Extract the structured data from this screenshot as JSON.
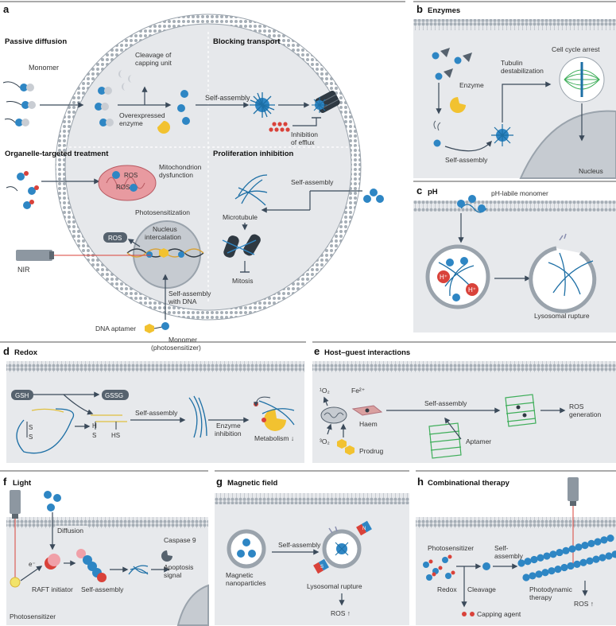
{
  "panels": {
    "a": {
      "letter": "a",
      "sections": {
        "passive": "Passive diffusion",
        "blocking": "Blocking transport",
        "organelle": "Organelle-targeted treatment",
        "prolif": "Proliferation inhibition"
      },
      "labels": {
        "monomer": "Monomer",
        "cleavage1": "Cleavage of",
        "cleavage2": "capping unit",
        "overexp1": "Overexpressed",
        "overexp2": "enzyme",
        "selfassembly": "Self-assembly",
        "inhib1": "Inhibition",
        "inhib2": "of efflux",
        "mito1": "Mitochondrion",
        "mito2": "dysfunction",
        "ros": "ROS",
        "photosens": "Photosensitization",
        "nucleus1": "Nucleus",
        "nucleus2": "intercalation",
        "nir": "NIR",
        "microtubule": "Microtubule",
        "mitosis": "Mitosis",
        "sa_dna1": "Self-assembly",
        "sa_dna2": "with DNA",
        "aptamer": "DNA aptamer",
        "monomer_ps1": "Monomer",
        "monomer_ps2": "(photosensitizer)"
      }
    },
    "b": {
      "letter": "b",
      "title": "Enzymes",
      "labels": {
        "enzyme": "Enzyme",
        "tub1": "Tubulin",
        "tub2": "destabilization",
        "cellcycle": "Cell cycle arrest",
        "sa": "Self-assembly",
        "nucleus": "Nucleus"
      }
    },
    "c": {
      "letter": "c",
      "title": "pH",
      "labels": {
        "labile": "pH-labile monomer",
        "hplus": "H⁺",
        "rupture": "Lysosomal rupture"
      }
    },
    "d": {
      "letter": "d",
      "title": "Redox",
      "labels": {
        "gsh": "GSH",
        "gssg": "GSSG",
        "s": "S",
        "h": "H",
        "hs": "HS",
        "sa": "Self-assembly",
        "enz1": "Enzyme",
        "enz2": "inhibition",
        "metab": "Metabolism ↓"
      }
    },
    "e": {
      "letter": "e",
      "title": "Host–guest interactions",
      "labels": {
        "o2a": "¹O₂",
        "fe": "Fe²⁺",
        "o2b": "³O₂",
        "haem": "Haem",
        "prodrug": "Prodrug",
        "sa": "Self-assembly",
        "aptamer": "Aptamer",
        "ros1": "ROS",
        "ros2": "generation"
      }
    },
    "f": {
      "letter": "f",
      "title": "Light",
      "labels": {
        "diffusion": "Diffusion",
        "electron": "e⁻",
        "raft": "RAFT initiator",
        "sa": "Self-assembly",
        "casp": "Caspase 9",
        "apop1": "Apoptosis",
        "apop2": "signal",
        "ps": "Photosensitizer"
      }
    },
    "g": {
      "letter": "g",
      "title": "Magnetic field",
      "labels": {
        "mag1": "Magnetic",
        "mag2": "nanoparticles",
        "sa": "Self-assembly",
        "rupture": "Lysosomal rupture",
        "ros": "ROS ↑",
        "n": "N",
        "s": "S"
      }
    },
    "h": {
      "letter": "h",
      "title": "Combinational therapy",
      "labels": {
        "ps": "Photosensitizer",
        "sa1": "Self-",
        "sa2": "assembly",
        "redox": "Redox",
        "cleavage": "Cleavage",
        "pdt1": "Photodynamic",
        "pdt2": "therapy",
        "ros": "ROS ↑",
        "capping": "Capping agent"
      }
    }
  },
  "colors": {
    "membrane": "#9aa3ac",
    "cytoplasm": "#e7e9ec",
    "monomer_blue": "#2e86c4",
    "fiber_blue": "#1d6fa5",
    "enzyme_yellow": "#f2c230",
    "red": "#d9423a",
    "mito_pink": "#e89aa0",
    "nucleus_grey": "#c6cbd1"
  }
}
